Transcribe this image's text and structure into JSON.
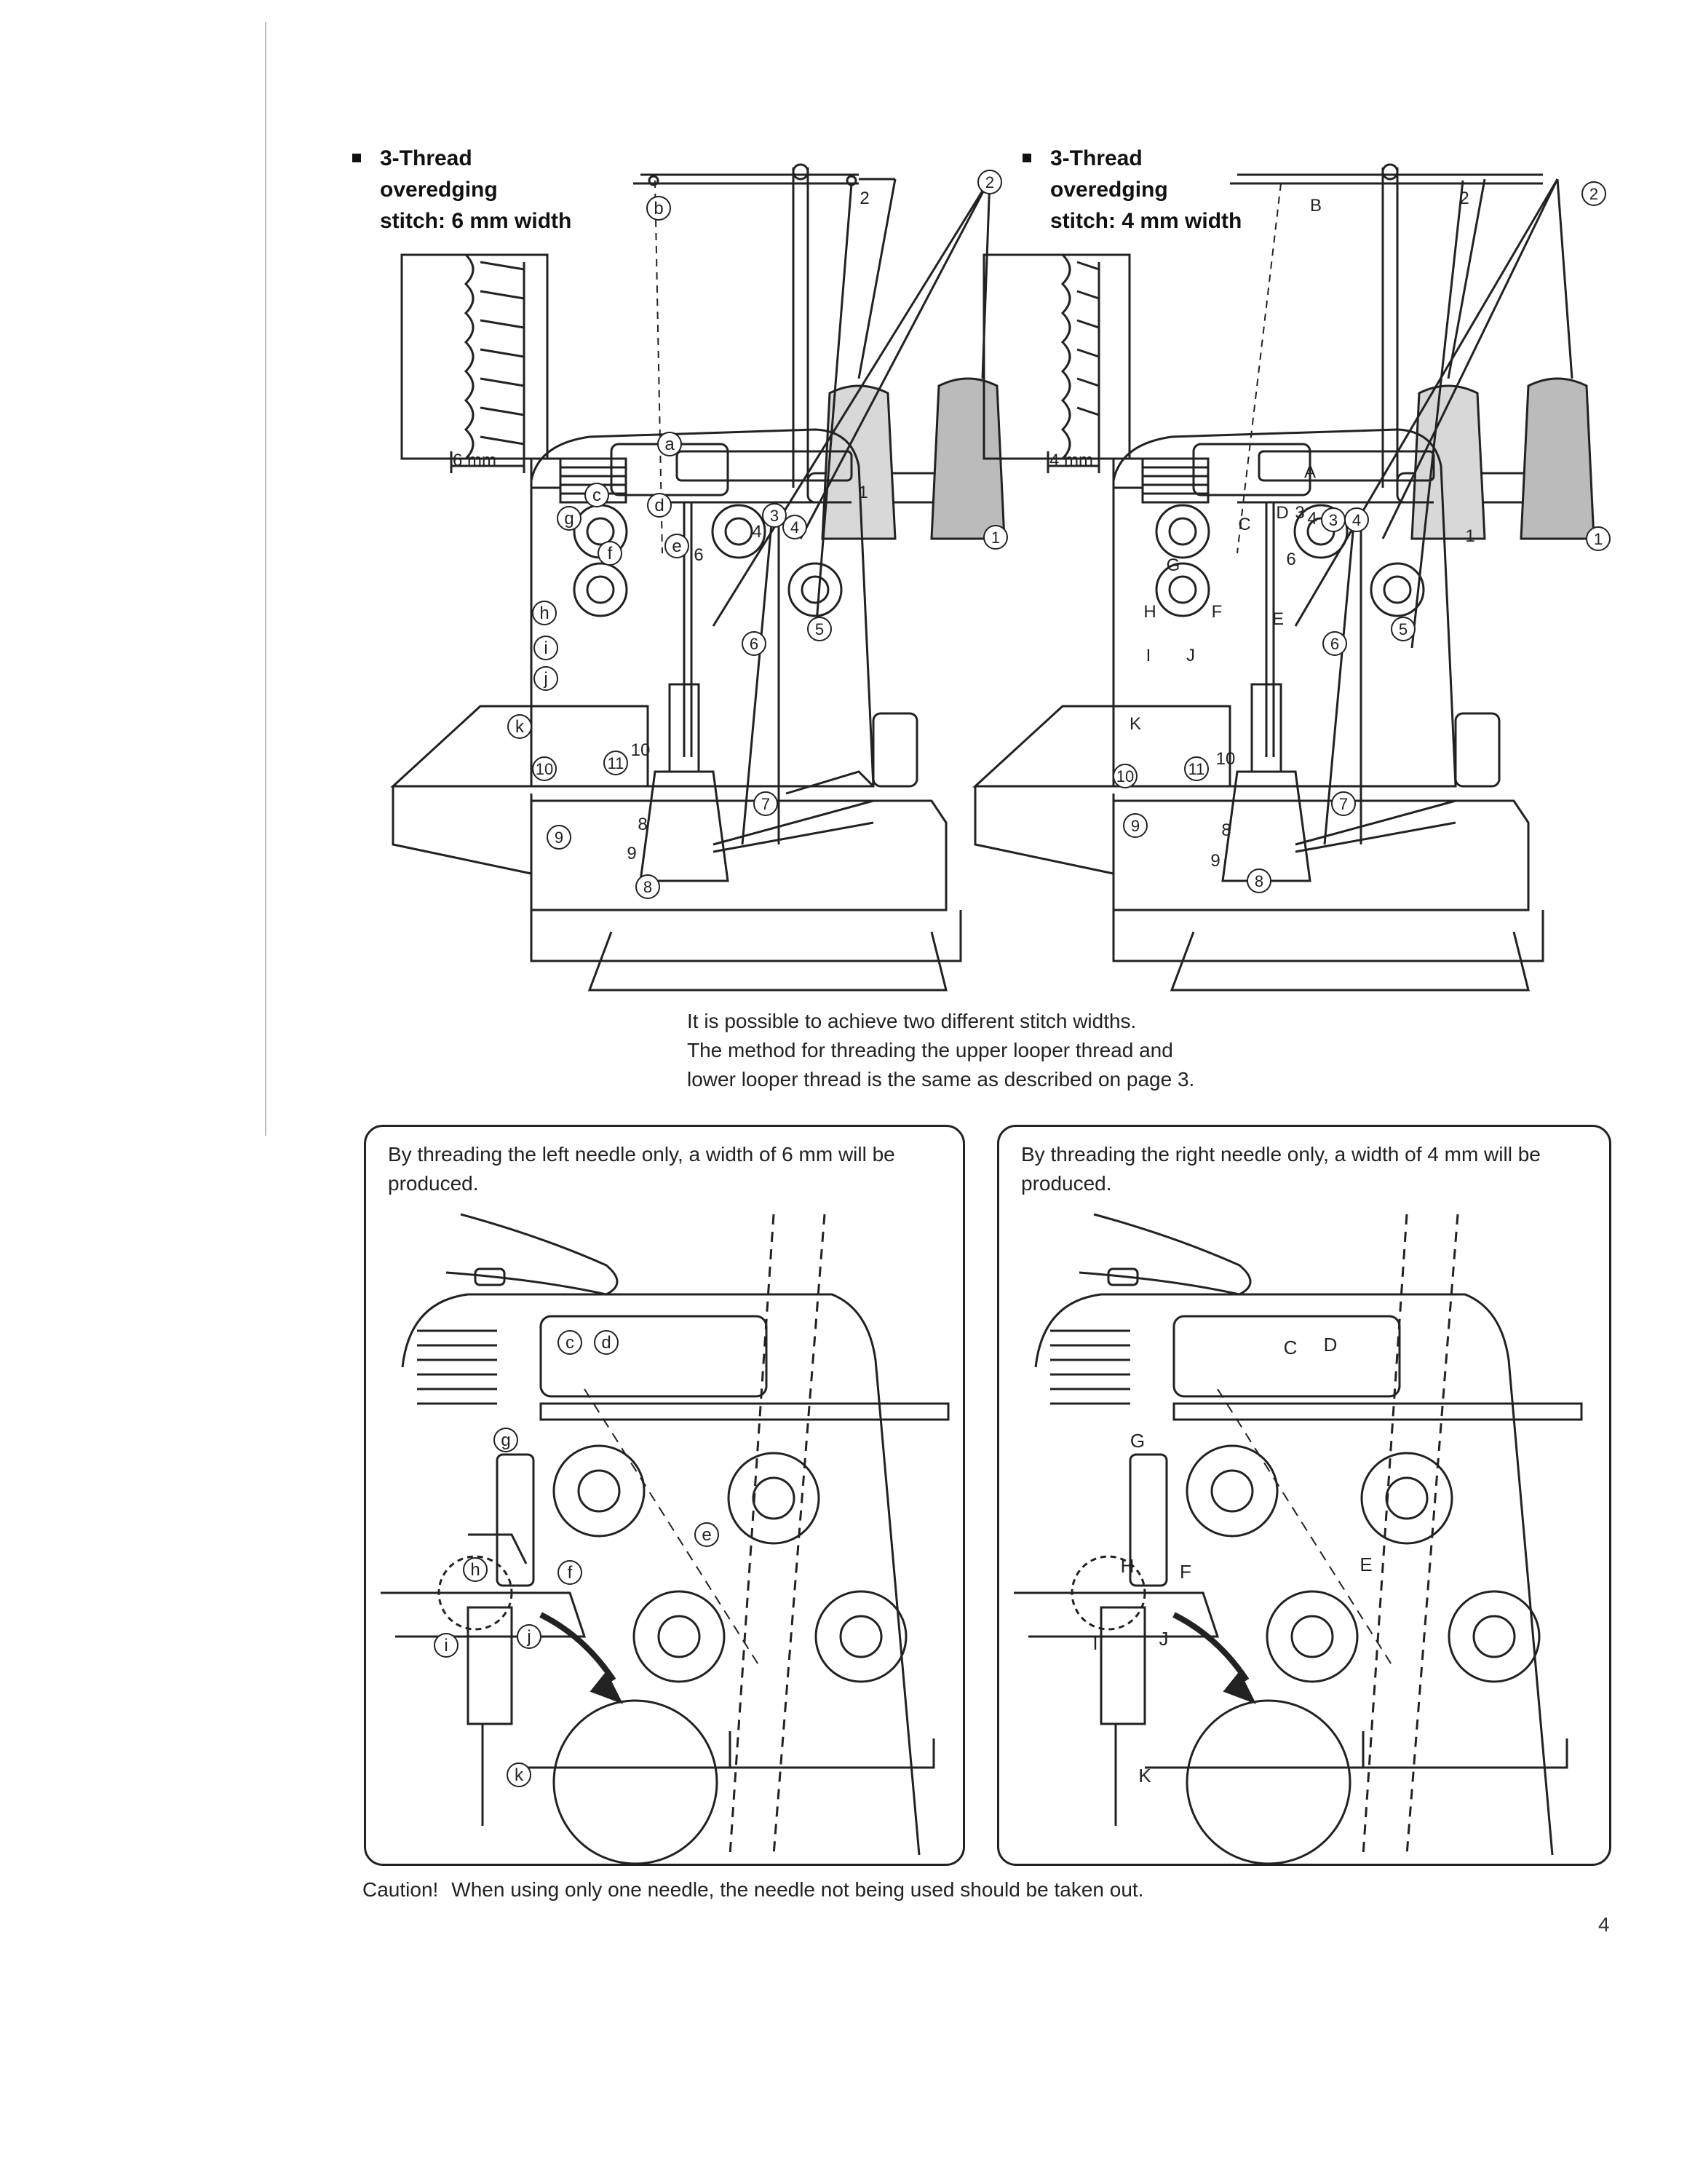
{
  "diagrams": {
    "left": {
      "heading": [
        "3-Thread",
        "overedging",
        "stitch:  6 mm width"
      ],
      "measure": "6 mm",
      "circled_letters": [
        "a",
        "b",
        "c",
        "d",
        "e",
        "f",
        "g",
        "h",
        "i",
        "j",
        "k"
      ],
      "numbers": [
        "1",
        "2",
        "4",
        "6",
        "8",
        "9",
        "10"
      ],
      "circled_numbers": [
        "1",
        "2",
        "3",
        "4",
        "5",
        "6",
        "7",
        "8",
        "9",
        "10",
        "11"
      ]
    },
    "right": {
      "heading": [
        "3-Thread",
        "overedging",
        "stitch:  4 mm width"
      ],
      "measure": "4 mm",
      "letters": [
        "A",
        "B",
        "C",
        "D",
        "E",
        "F",
        "G",
        "H",
        "I",
        "J",
        "K"
      ],
      "numbers": [
        "1",
        "2",
        "3",
        "4",
        "6",
        "8",
        "9",
        "10"
      ],
      "circled_numbers": [
        "1",
        "2",
        "3",
        "4",
        "5",
        "6",
        "7",
        "8",
        "9",
        "10",
        "11"
      ]
    }
  },
  "intro_text": [
    "It is possible to achieve two different stitch widths.",
    "The method for threading the upper looper thread and",
    "lower looper thread is the same as described on page 3."
  ],
  "panels": {
    "left": {
      "text": "By threading the left needle only, a width of 6 mm will be produced.",
      "circled_letters": [
        "c",
        "d",
        "e",
        "f",
        "g",
        "h",
        "i",
        "j",
        "k"
      ]
    },
    "right": {
      "text": "By threading the right needle only, a width of 4 mm will be produced.",
      "letters": [
        "C",
        "D",
        "E",
        "F",
        "G",
        "H",
        "I",
        "J",
        "K"
      ]
    }
  },
  "caution": {
    "label": "Caution!",
    "text": "When using only one needle, the needle not being used should be taken out."
  },
  "page_number": "4"
}
